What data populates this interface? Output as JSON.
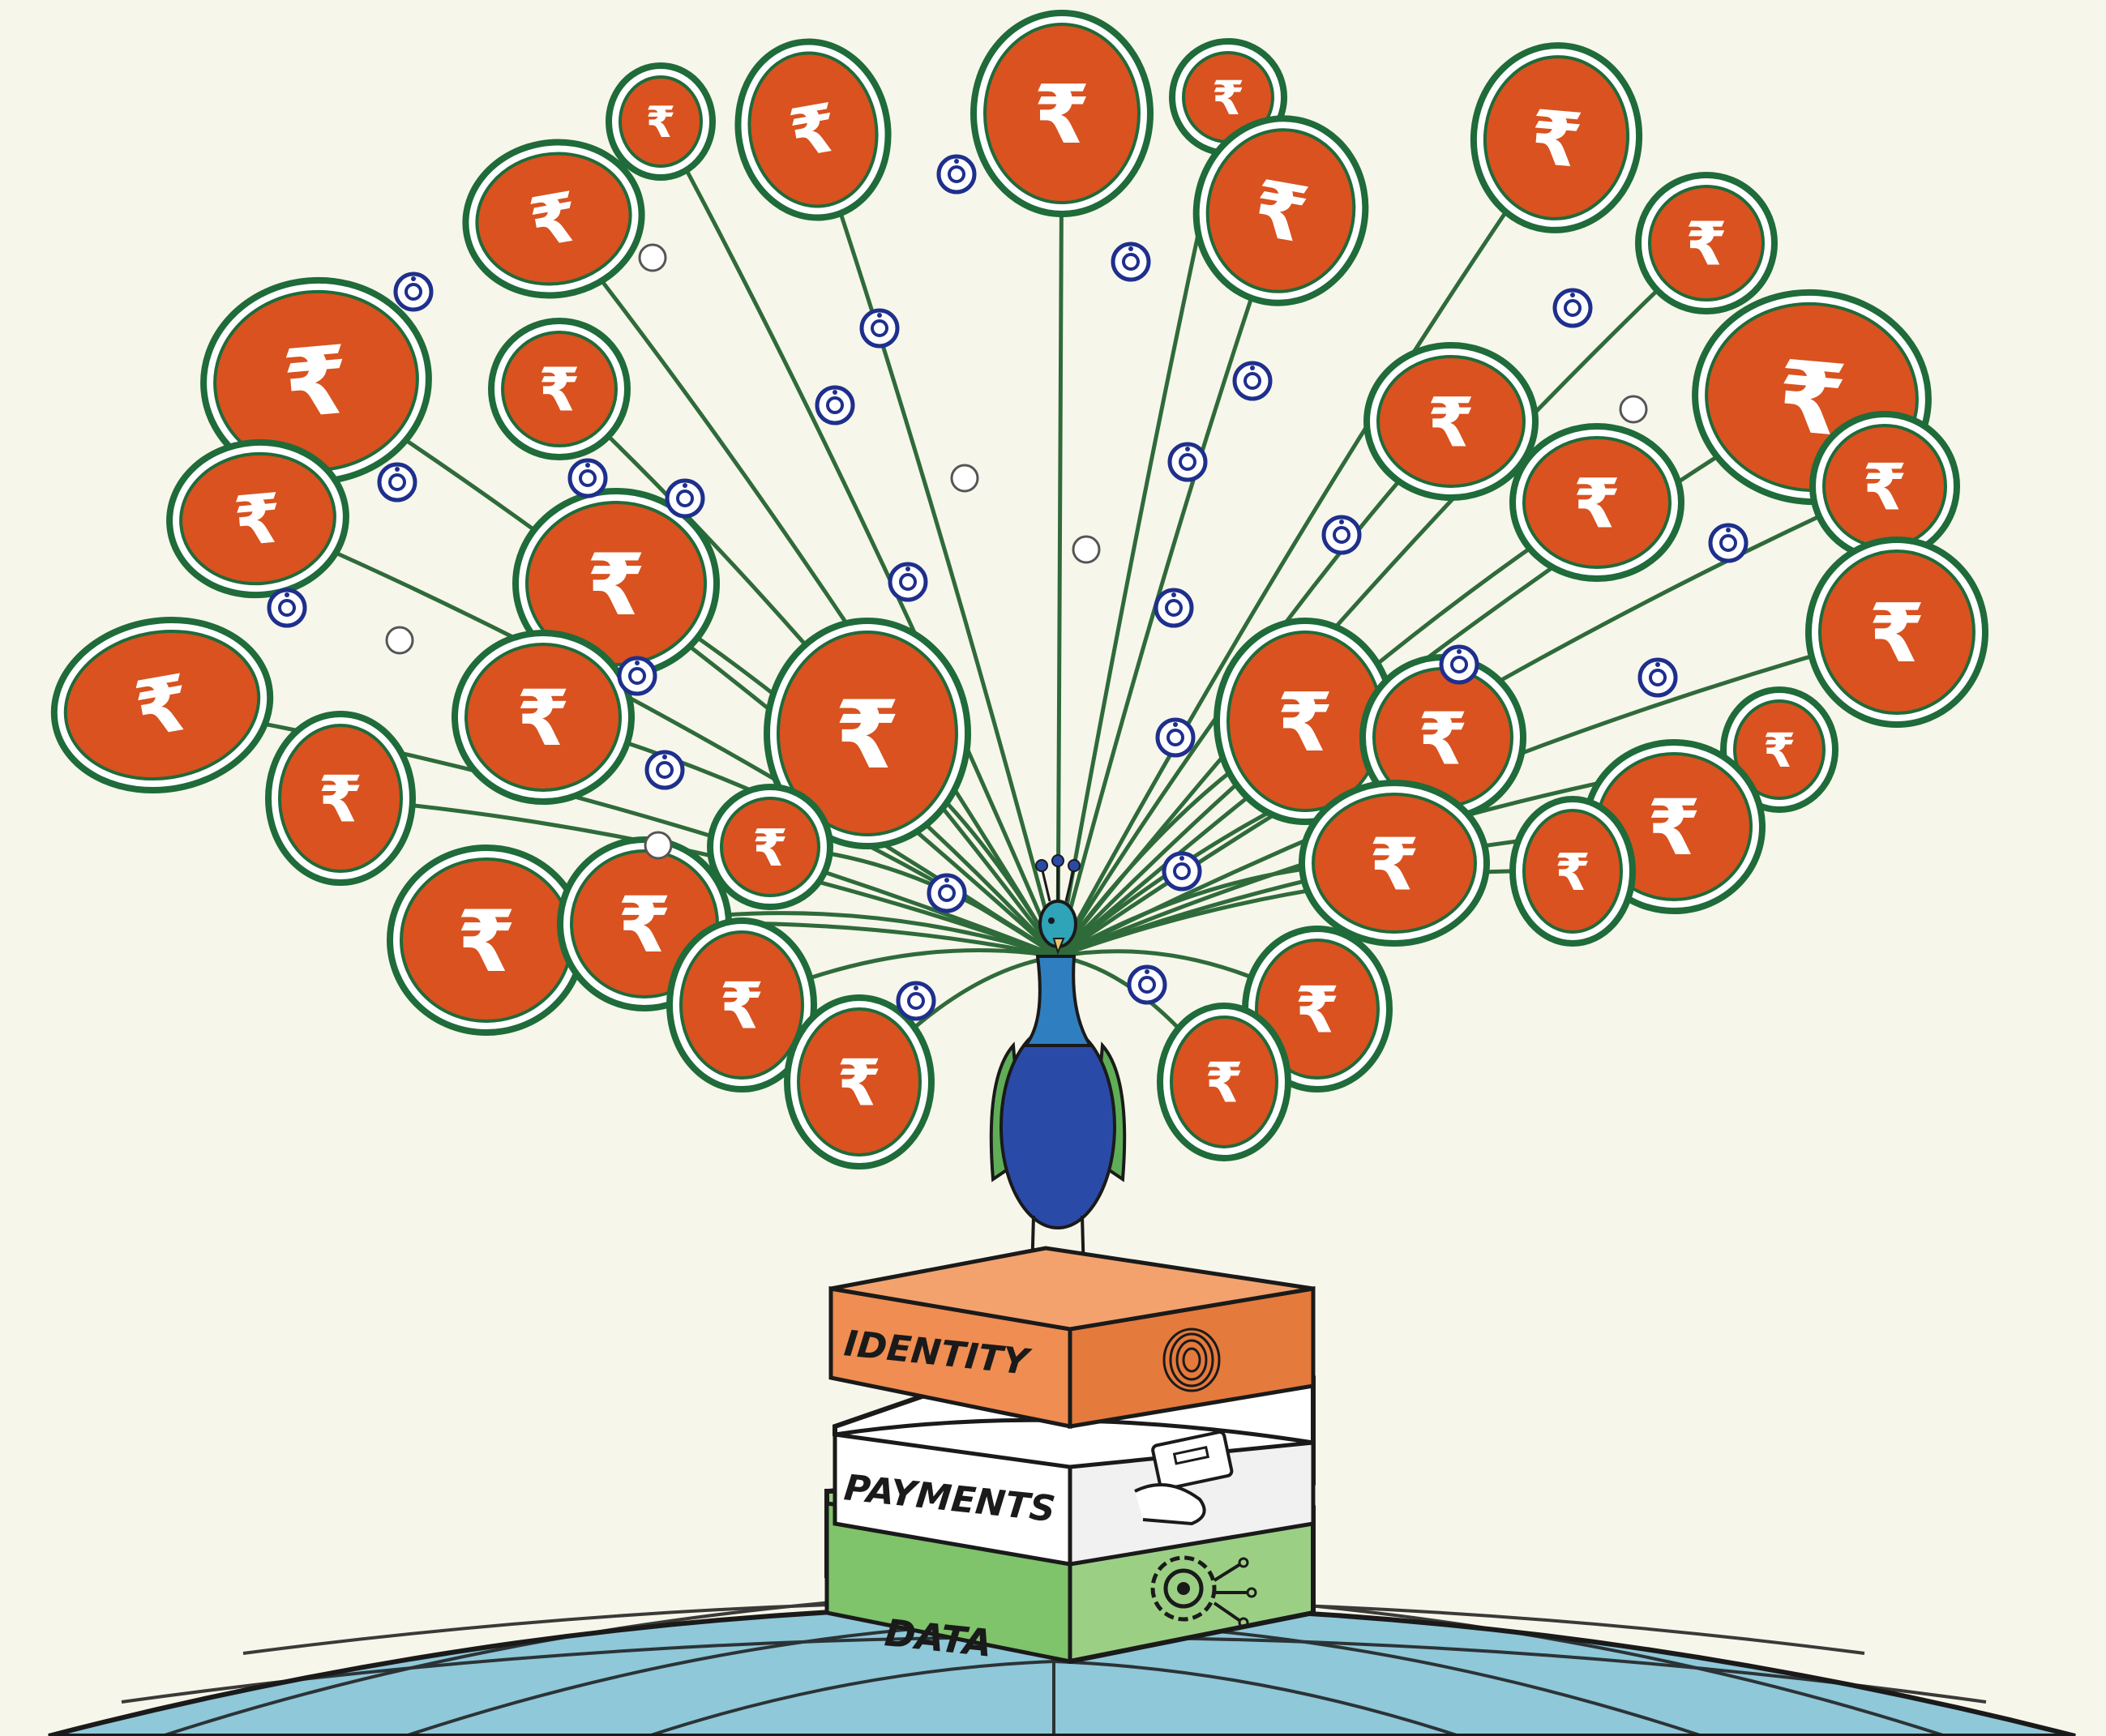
{
  "layers": [
    {
      "key": "identity",
      "label": "IDENTITY",
      "color": "#e8874a",
      "icon": "fingerprint-icon"
    },
    {
      "key": "payments",
      "label": "PAYMENTS",
      "color": "#ffffff",
      "icon": "card-hand-icon"
    },
    {
      "key": "data",
      "label": "DATA",
      "color": "#83c46f",
      "icon": "gear-circuit-icon"
    }
  ],
  "symbol": "₹",
  "colors": {
    "leaf_fill": "#d9521f",
    "leaf_ring": "#1f6b3a",
    "leaf_inner": "#ffffff",
    "stem": "#2f6b3a",
    "node_ring": "#1e2f8c",
    "globe_water": "#8fc8d8",
    "background": "#f7f6ea",
    "peacock_body": "#2a4aa8"
  }
}
